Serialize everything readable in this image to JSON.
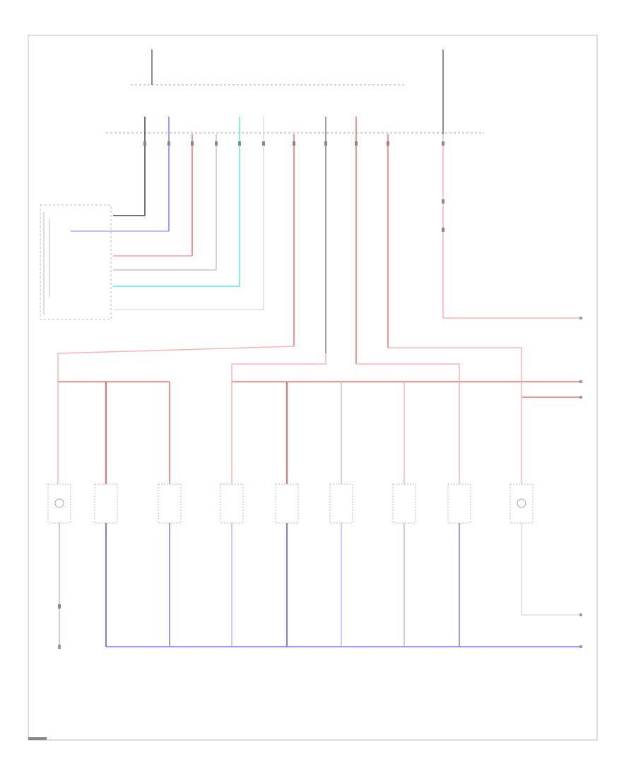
{
  "diagram": {
    "frame_label": "",
    "colors": {
      "red": "#ff6b6b",
      "red_light": "#ffb3b3",
      "blue": "#7b7bff",
      "blue_light": "#b8b8ff",
      "cyan": "#5ee8e8",
      "gray": "#9a9a9a",
      "dark": "#444444",
      "box": "#bbbbbb"
    },
    "components": [
      {
        "id": "c1",
        "label": ""
      },
      {
        "id": "c2",
        "label": ""
      },
      {
        "id": "c3",
        "label": ""
      },
      {
        "id": "c4",
        "label": ""
      },
      {
        "id": "c5",
        "label": ""
      },
      {
        "id": "c6",
        "label": ""
      },
      {
        "id": "c7",
        "label": ""
      },
      {
        "id": "c8",
        "label": ""
      },
      {
        "id": "c9",
        "label": ""
      }
    ]
  }
}
